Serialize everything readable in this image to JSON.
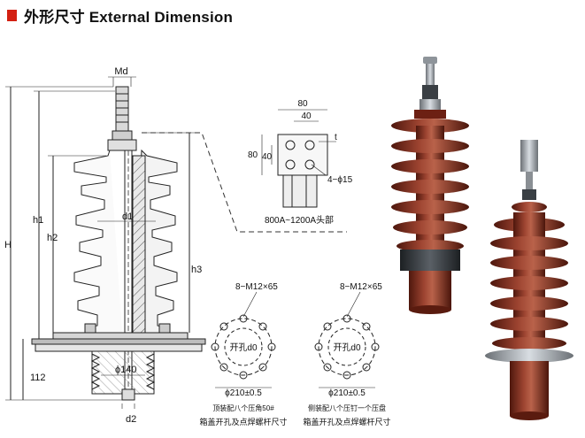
{
  "header": {
    "title": "外形尺寸  External Dimension",
    "accent_color": "#d32012"
  },
  "main_drawing": {
    "labels": {
      "md": "Md",
      "overall_height": "H",
      "h1": "h1",
      "h2": "h2",
      "h3": "h3",
      "d1": "d1",
      "d2": "d2",
      "base_height": "112",
      "base_diameter": "ϕ140"
    }
  },
  "terminal_detail": {
    "width_outer": "80",
    "width_inner": "40",
    "height_outer": "80",
    "height_inner": "40",
    "thickness": "t",
    "holes": "4−ϕ15",
    "caption": "800A~1200A头部"
  },
  "flange_top": {
    "bolts": "8−M12×65",
    "hole_label": "开孔d0",
    "pcd": "ϕ210±0.5",
    "note": "顶装配八个压角50#",
    "caption": "箱盖开孔及点焊螺杆尺寸"
  },
  "flange_side": {
    "bolts": "8−M12×65",
    "hole_label": "开孔d0",
    "pcd": "ϕ210±0.5",
    "note": "侧装配八个压钉一个压盘",
    "caption": "箱盖开孔及点焊螺杆尺寸"
  },
  "colors": {
    "porcelain": "#7a2a1c",
    "porcelain_light": "#a24a34",
    "line": "#222222",
    "metal": "#9aa0a6"
  }
}
